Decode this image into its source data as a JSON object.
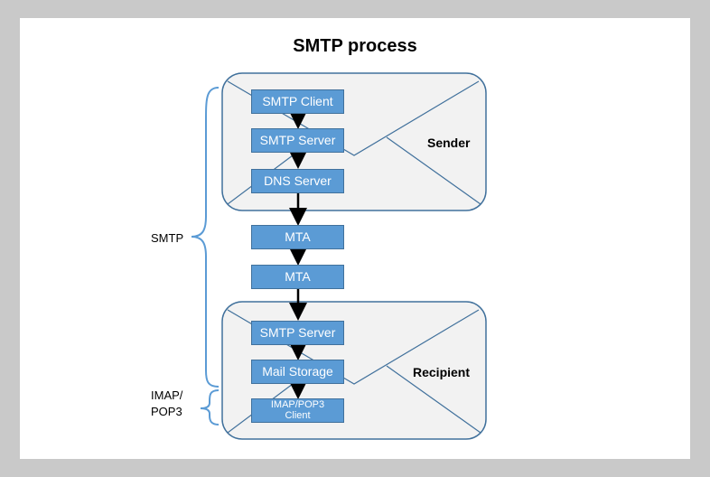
{
  "title": "SMTP process",
  "sender_label": "Sender",
  "recipient_label": "Recipient",
  "protocols": {
    "smtp": "SMTP",
    "imap_pop3_line1": "IMAP/",
    "imap_pop3_line2": "POP3"
  },
  "sender_boxes": [
    "SMTP Client",
    "SMTP Server",
    "DNS Server"
  ],
  "transfer_boxes": [
    "MTA",
    "MTA"
  ],
  "recipient_boxes": [
    "SMTP Server",
    "Mail Storage"
  ],
  "recipient_client": {
    "line1": "IMAP/POP3",
    "line2": "Client"
  },
  "colors": {
    "box_fill": "#5b9bd5",
    "box_border": "#41719c",
    "envelope_stroke": "#41719c",
    "envelope_fill": "#f2f2f2",
    "brace": "#5b9bd5",
    "arrow": "#000000"
  }
}
